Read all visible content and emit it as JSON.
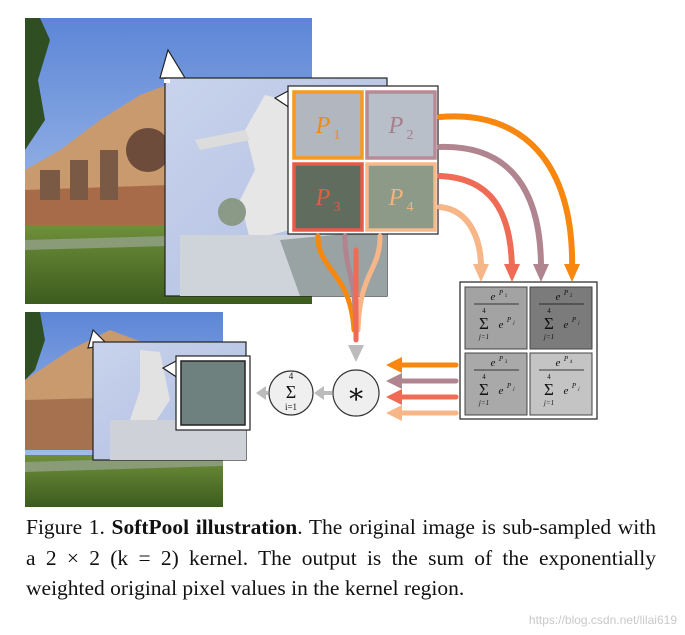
{
  "figure": {
    "kernel_cells": [
      {
        "label": "P",
        "sub": "1",
        "border": "#f59a1f",
        "fill": "#b2b6be",
        "text_color": "#ef8a1a"
      },
      {
        "label": "P",
        "sub": "2",
        "border": "#b88a96",
        "fill": "#b8bfc9",
        "text_color": "#a67f8d"
      },
      {
        "label": "P",
        "sub": "3",
        "border": "#e75b45",
        "fill": "#5f6c5e",
        "text_color": "#e0603f"
      },
      {
        "label": "P",
        "sub": "4",
        "border": "#f5b98a",
        "fill": "#8d9a88",
        "text_color": "#f2b37c"
      }
    ],
    "weight_cells": [
      {
        "num": "e",
        "num_sup": "P",
        "num_sub": "1",
        "den_top": "4",
        "den_sym": "Σ",
        "den_bottom": "j=1",
        "den_term": "e",
        "den_sup": "P",
        "den_sub": "j",
        "fill": "#a3a3a3"
      },
      {
        "num": "e",
        "num_sup": "P",
        "num_sub": "2",
        "den_top": "4",
        "den_sym": "Σ",
        "den_bottom": "j=1",
        "den_term": "e",
        "den_sup": "P",
        "den_sub": "j",
        "fill": "#7b7b7b"
      },
      {
        "num": "e",
        "num_sup": "P",
        "num_sub": "3",
        "den_top": "4",
        "den_sym": "Σ",
        "den_bottom": "j=1",
        "den_term": "e",
        "den_sup": "P",
        "den_sub": "j",
        "fill": "#a9a9a9"
      },
      {
        "num": "e",
        "num_sup": "P",
        "num_sub": "4",
        "den_top": "4",
        "den_sym": "Σ",
        "den_bottom": "j=1",
        "den_term": "e",
        "den_sup": "P",
        "den_sub": "j",
        "fill": "#c4c4c4"
      }
    ],
    "sum_node": {
      "top": "4",
      "symbol": "Σ",
      "bottom": "i=1"
    },
    "mult_node": {
      "symbol": "∗"
    },
    "output_color": "#6f817e",
    "arrow_colors": [
      "#f7870f",
      "#b08590",
      "#ef6b55",
      "#f6b688"
    ]
  },
  "caption": {
    "prefix": "Figure 1. ",
    "title": "SoftPool illustration",
    "body": ".  The original image is sub-sampled with a 2 × 2 (k = 2) kernel.  The output is the sum of the exponentially weighted original pixel values in the kernel region."
  },
  "watermark": "https://blog.csdn.net/lilai619"
}
